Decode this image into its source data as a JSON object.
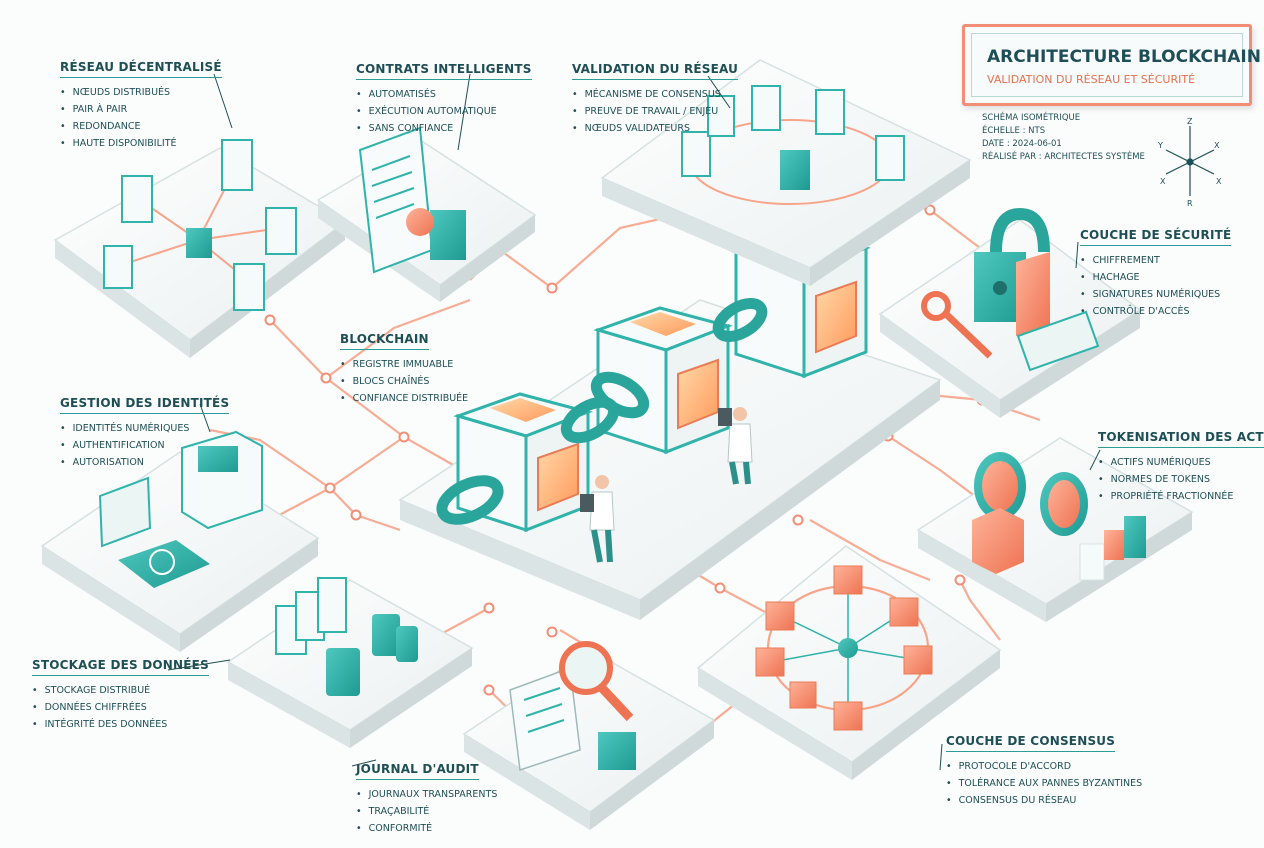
{
  "title": {
    "main": "Architecture Blockchain",
    "subtitle": "Validation du réseau et sécurité"
  },
  "meta": {
    "line1": "Schéma isométrique",
    "line2": "Échelle : NTS",
    "line3": "Date : 2024-06-01",
    "line4": "Réalisé par : Architectes système"
  },
  "axes": {
    "z": "Z",
    "y": "Y",
    "x_left": "X",
    "x_right": "X",
    "r": "R"
  },
  "colors": {
    "teal": "#2fb3aa",
    "coral": "#f5896a",
    "dark_text": "#1e4f55",
    "platform": "#eef2f2"
  },
  "sections": {
    "reseau": {
      "title": "Réseau décentralisé",
      "items": [
        "Nœuds distribués",
        "Pair à pair",
        "Redondance",
        "Haute disponibilité"
      ]
    },
    "contrats": {
      "title": "Contrats intelligents",
      "items": [
        "Automatisés",
        "Exécution automatique",
        "Sans confiance"
      ]
    },
    "validation": {
      "title": "Validation du réseau",
      "items": [
        "Mécanisme de consensus",
        "Preuve de travail / enjeu",
        "Nœuds validateurs"
      ]
    },
    "securite": {
      "title": "Couche de sécurité",
      "items": [
        "Chiffrement",
        "Hachage",
        "Signatures numériques",
        "Contrôle d'accès"
      ]
    },
    "blockchain": {
      "title": "Blockchain",
      "items": [
        "Registre immuable",
        "Blocs chaînés",
        "Confiance distribuée"
      ]
    },
    "identites": {
      "title": "Gestion des identités",
      "items": [
        "Identités numériques",
        "Authentification",
        "Autorisation"
      ]
    },
    "tokenisation": {
      "title": "Tokenisation des actifs",
      "items": [
        "Actifs numériques",
        "Normes de tokens",
        "Propriété fractionnée"
      ]
    },
    "stockage": {
      "title": "Stockage des données",
      "items": [
        "Stockage distribué",
        "Données chiffrées",
        "Intégrité des données"
      ]
    },
    "audit": {
      "title": "Journal d'audit",
      "items": [
        "Journaux transparents",
        "Traçabilité",
        "Conformité"
      ]
    },
    "consensus": {
      "title": "Couche de consensus",
      "items": [
        "Protocole d'accord",
        "Tolérance aux pannes byzantines",
        "Consensus du réseau"
      ]
    }
  }
}
